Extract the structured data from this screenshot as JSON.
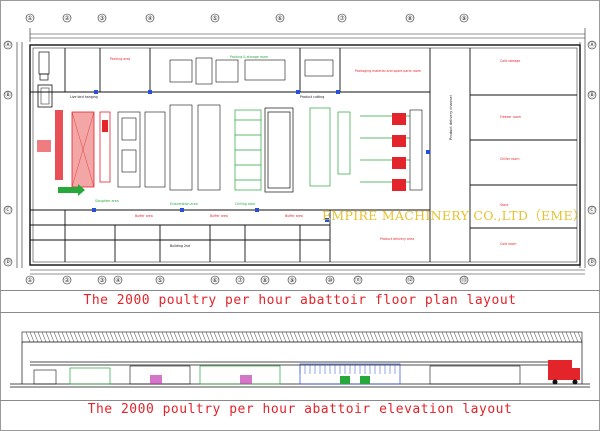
{
  "drawing": {
    "plan_caption": "The 2000 poultry per hour abattoir floor plan layout",
    "elevation_caption": "The 2000 poultry per hour abattoir elevation layout",
    "watermark": "EMPIRE MACHINERY CO.,LTD（EME）"
  },
  "colors": {
    "line": "#1a1a1a",
    "caption": "#e3242b",
    "watermark": "#e6c230",
    "equipment_red": "#e3242b",
    "equipment_green": "#27a83a",
    "equipment_blue": "#2a4fd6",
    "equipment_magenta": "#c23bb0"
  },
  "grid_markers": {
    "top": [
      "①",
      "②",
      "③",
      "④",
      "⑤",
      "⑥",
      "⑦",
      "⑧",
      "⑨"
    ],
    "bottom": [
      "①",
      "②",
      "③",
      "④",
      "⑤",
      "⑥",
      "⑦",
      "⑧",
      "⑨",
      "⑩",
      "⑪",
      "⑫",
      "⑬"
    ],
    "left": [
      "Ⓐ",
      "Ⓑ",
      "Ⓒ",
      "Ⓓ"
    ],
    "right": [
      "Ⓐ",
      "Ⓑ",
      "Ⓒ",
      "Ⓓ"
    ]
  },
  "icons": [
    "grid-axis-bubble-icon",
    "dimension-tick-icon",
    "door-swing-icon",
    "conveyor-hanger-icon",
    "truck-icon"
  ]
}
